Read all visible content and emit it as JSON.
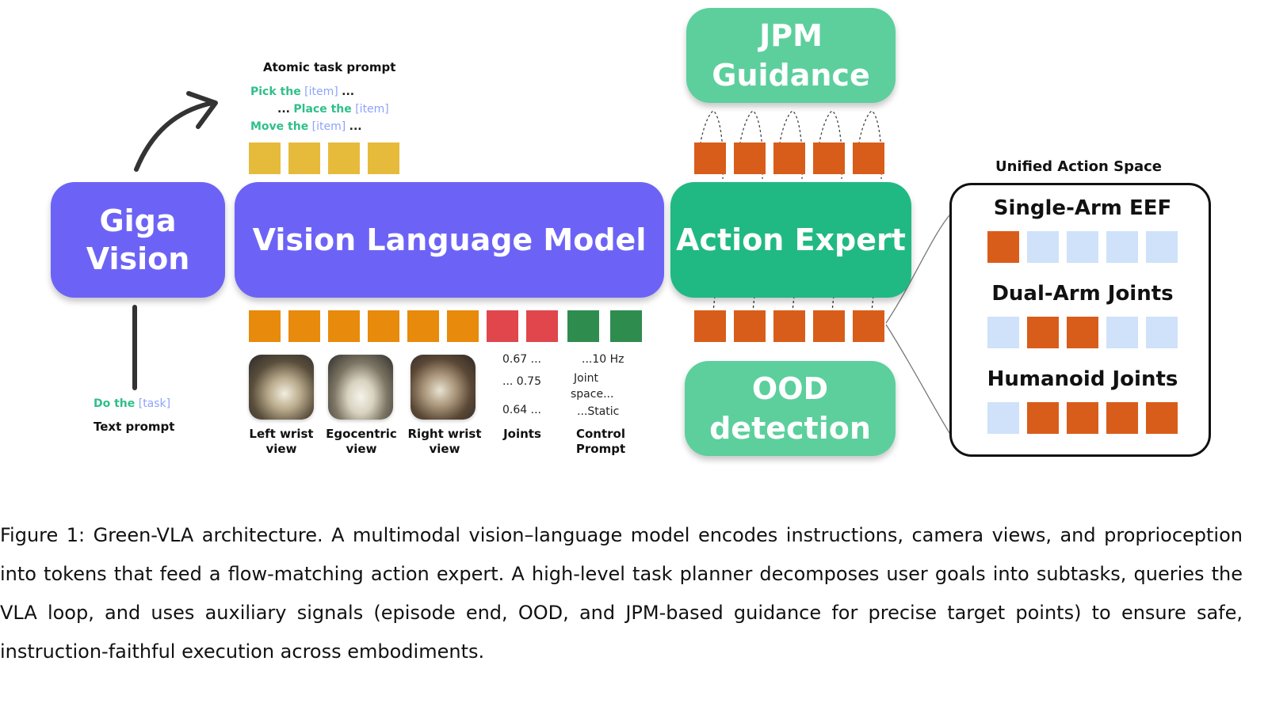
{
  "blocks": {
    "giga_vision": [
      "Giga",
      "Vision"
    ],
    "vlm": "Vision Language Model",
    "action_expert": "Action Expert",
    "jpm": [
      "JPM",
      "Guidance"
    ],
    "ood": [
      "OOD",
      "detection"
    ]
  },
  "atomic": {
    "title": "Atomic task prompt",
    "line1": {
      "verb": "Pick the",
      "slot": "[item]",
      "dots": "..."
    },
    "line2": {
      "dots": "...",
      "verb": "Place the",
      "slot": "[item]"
    },
    "line3": {
      "verb": "Move the",
      "slot": "[item]",
      "dots": "..."
    }
  },
  "text_prompt": {
    "verb": "Do the",
    "slot": "[task]",
    "label": "Text prompt"
  },
  "views": [
    "Left wrist view",
    "Egocentric view",
    "Right wrist view"
  ],
  "joints": {
    "v1": "0.67 ...",
    "v2": "... 0.75",
    "v3": "0.64 ...",
    "label": "Joints"
  },
  "control": {
    "hz": "...10 Hz",
    "joint1": "Joint",
    "joint2": "space...",
    "static": "...Static",
    "label1": "Control",
    "label2": "Prompt"
  },
  "unified": {
    "title": "Unified Action Space",
    "rows": [
      {
        "label": "Single-Arm EEF",
        "pattern": [
          1,
          0,
          0,
          0,
          0
        ]
      },
      {
        "label": "Dual-Arm Joints",
        "pattern": [
          0,
          1,
          1,
          0,
          0
        ]
      },
      {
        "label": "Humanoid Joints",
        "pattern": [
          0,
          1,
          1,
          1,
          1
        ]
      }
    ]
  },
  "colors": {
    "vlm_purple": "#6c63f6",
    "expert_green": "#21b983",
    "light_green": "#5ccf9c",
    "token_yellow": "#e6bb3c",
    "token_orange": "#e88a0c",
    "token_red": "#e0464c",
    "token_dark_green": "#2f8c4f",
    "action_orange": "#d95d1a",
    "inactive_blue": "#cfe2fa"
  },
  "caption": "Figure 1: Green-VLA architecture. A multimodal vision–language model encodes instructions, camera views, and proprioception into tokens that feed a flow-matching action expert. A high-level task planner decomposes user goals into subtasks, queries the VLA loop, and uses auxiliary signals (episode end, OOD, and JPM-based guidance for precise target points) to ensure safe, instruction-faithful execution across embodiments."
}
